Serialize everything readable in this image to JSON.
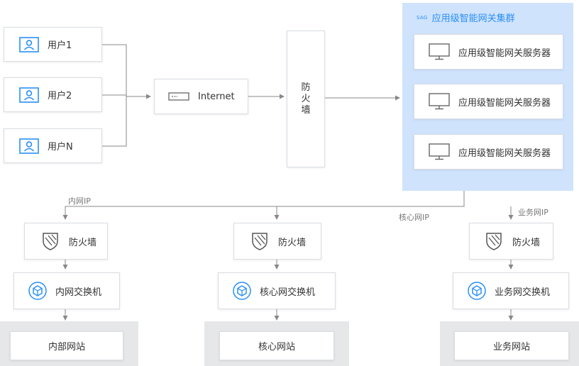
{
  "users": [
    {
      "label": "用户1",
      "icon": "user-monitor-icon"
    },
    {
      "label": "用户2",
      "icon": "user-monitor-icon"
    },
    {
      "label": "用户N",
      "icon": "user-monitor-icon"
    }
  ],
  "internet": {
    "label": "Internet",
    "icon": "router-icon"
  },
  "firewall_main": {
    "label_chars": [
      "防",
      "火",
      "墙"
    ]
  },
  "cluster": {
    "badge": "SAG",
    "title": "应用级智能网关集群",
    "servers": [
      {
        "label": "应用级智能网关服务器",
        "icon": "monitor-icon"
      },
      {
        "label": "应用级智能网关服务器",
        "icon": "monitor-icon"
      },
      {
        "label": "应用级智能网关服务器",
        "icon": "monitor-icon"
      }
    ]
  },
  "branches": [
    {
      "ip_label": "内网IP",
      "firewall": "防火墙",
      "switch": "内网交换机",
      "site": "内部网站"
    },
    {
      "ip_label": "核心网IP",
      "firewall": "防火墙",
      "switch": "核心网交换机",
      "site": "核心网站"
    },
    {
      "ip_label": "业务网IP",
      "firewall": "防火墙",
      "switch": "业务网交换机",
      "site": "业务网站"
    }
  ],
  "colors": {
    "accent": "#2a8ff7",
    "cluster_bg": "#cfe3fd",
    "line": "#888888",
    "gray_bg": "#e6e7e9"
  }
}
